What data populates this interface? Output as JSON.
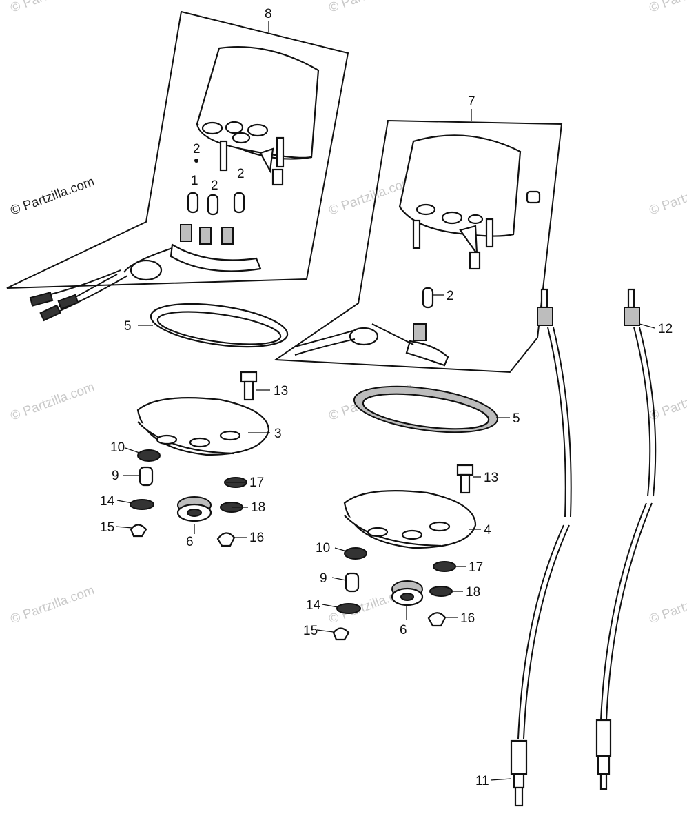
{
  "watermark": "© Partzilla.com",
  "callouts": {
    "c8": "8",
    "c7": "7",
    "c2a": "2",
    "c1": "1",
    "c2b": "2",
    "c2c": "2",
    "c5a": "5",
    "c13a": "13",
    "c3": "3",
    "c10a": "10",
    "c9a": "9",
    "c17a": "17",
    "c14a": "14",
    "c18a": "18",
    "c15a": "15",
    "c6a": "6",
    "c16a": "16",
    "c2d": "2",
    "c5b": "5",
    "c13b": "13",
    "c4": "4",
    "c10b": "10",
    "c17b": "17",
    "c9b": "9",
    "c18b": "18",
    "c14b": "14",
    "c16b": "16",
    "c15b": "15",
    "c6b": "6",
    "c12": "12",
    "c11": "11"
  }
}
